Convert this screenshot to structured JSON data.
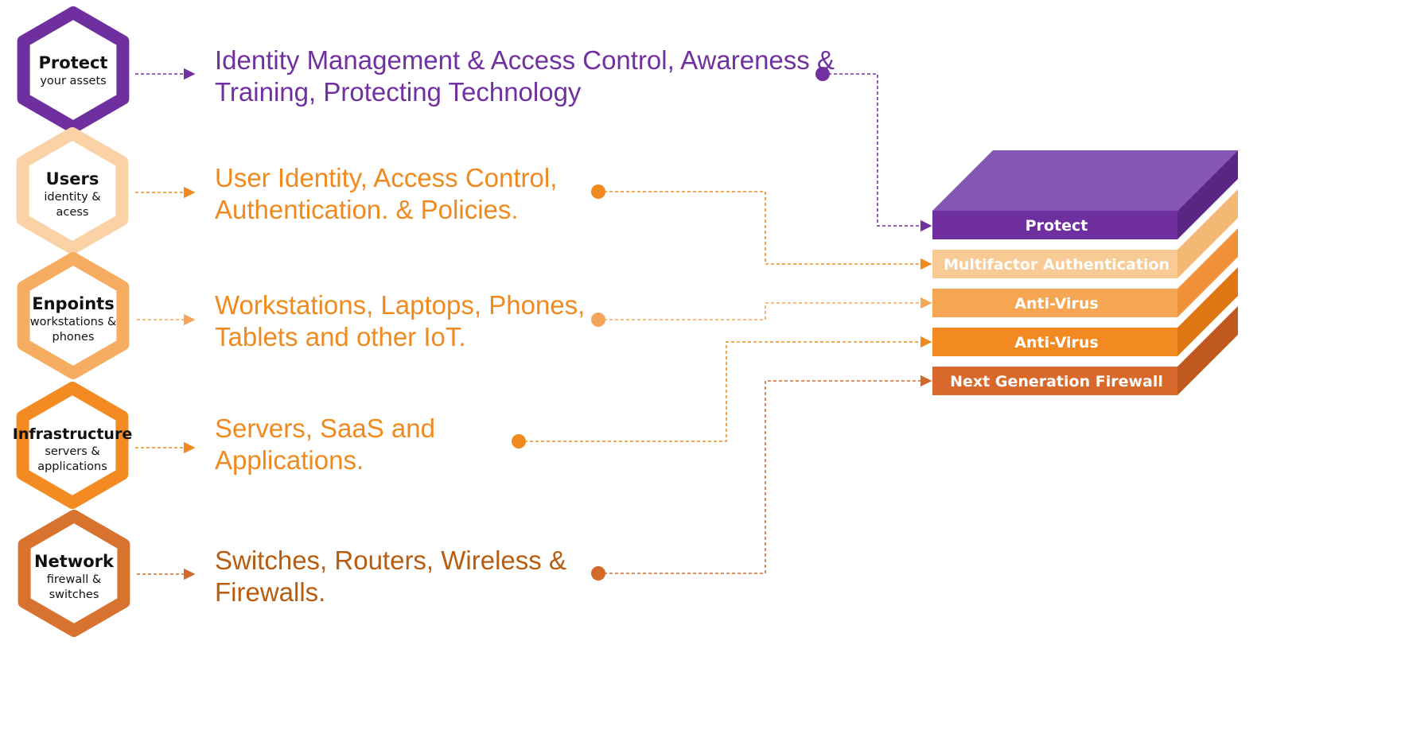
{
  "colors": {
    "purple": "#6f2f9f",
    "purple_top": "#8656b6",
    "purple_side": "#5b2584",
    "light_orange": "#f8cb96",
    "orange": "#f5a04e",
    "deep_orange": "#f38a21",
    "burnt_orange": "#d2692a",
    "text_dark": "#111111",
    "text_purple": "#7030a0",
    "text_orange": "#f08a1e",
    "text_brown": "#b85c10"
  },
  "hexagons": [
    {
      "title": "Protect",
      "subtitle": [
        "your assets"
      ],
      "color": "#6f2f9f"
    },
    {
      "title": "Users",
      "subtitle": [
        "identity &",
        "acess"
      ],
      "color": "#fad2a6"
    },
    {
      "title": "Enpoints",
      "subtitle": [
        "workstations &",
        "phones"
      ],
      "color": "#f6ad61"
    },
    {
      "title": "Infrastructure",
      "subtitle": [
        "servers &",
        "applications"
      ],
      "color": "#f48a22"
    },
    {
      "title": "Network",
      "subtitle": [
        "firewall &",
        "switches"
      ],
      "color": "#d8722f"
    }
  ],
  "descriptions": [
    {
      "lines": [
        "Identity  Management  & Access Control, Awareness &",
        "Training, Protecting Technology"
      ],
      "color": "#7030a0"
    },
    {
      "lines": [
        "User Identity, Access Control,",
        "Authentication. & Policies."
      ],
      "color": "#f08a1e"
    },
    {
      "lines": [
        "Workstations, Laptops, Phones,",
        "Tablets and other IoT."
      ],
      "color": "#f08a1e"
    },
    {
      "lines": [
        "Servers, SaaS and",
        "Applications."
      ],
      "color": "#f08a1e"
    },
    {
      "lines": [
        "Switches, Routers, Wireless &",
        "Firewalls."
      ],
      "color": "#b85c10"
    }
  ],
  "stack_layers": [
    {
      "label": "Protect",
      "front": "#6f2f9f",
      "side": "#5b2584"
    },
    {
      "label": "Multifactor Authentication",
      "front": "#f8cb96",
      "side": "#f3b874"
    },
    {
      "label": "Anti-Virus",
      "front": "#f6a552",
      "side": "#ee9139"
    },
    {
      "label": "Anti-Virus",
      "front": "#f38a21",
      "side": "#e07712"
    },
    {
      "label": "Next Generation Firewall",
      "front": "#d8692a",
      "side": "#c05a1f"
    }
  ],
  "connectors": [
    {
      "color": "#7030a0"
    },
    {
      "color": "#f08a1e"
    },
    {
      "color": "#f5a55a"
    },
    {
      "color": "#f08a1e"
    },
    {
      "color": "#d2692a"
    }
  ]
}
